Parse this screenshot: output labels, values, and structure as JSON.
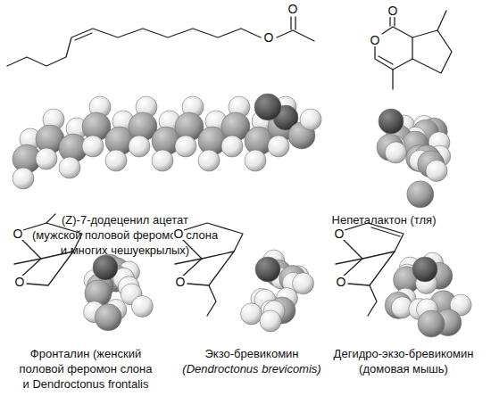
{
  "diagram": {
    "labels": [
      "O",
      "O",
      "O",
      "O",
      "(Z)-7-додеценил ацетат",
      "(мужской половой феромон слона",
      "и многих чешуекрылых)",
      "Непеталактон (тля)",
      "O",
      "O",
      "O",
      "O",
      "O",
      "O",
      "Фронталин (женский",
      "половой феромон слона",
      "и Dendroctonus frontalis",
      "Экзо-бревикомин",
      "(Dendroctonus brevicomis)",
      "Дегидро-экзо-бревикомин",
      "(домовая мышь)"
    ]
  }
}
